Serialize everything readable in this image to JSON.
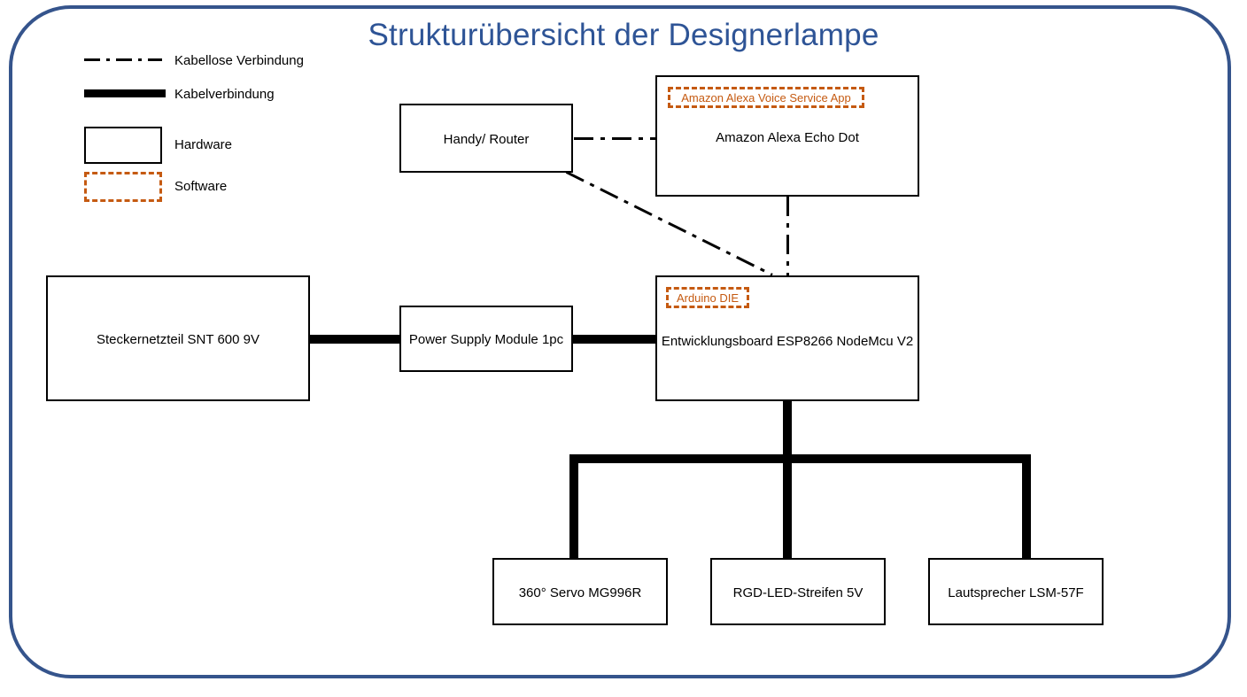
{
  "diagram": {
    "title": "Strukturübersicht der Designerlampe",
    "title_color": "#2e5496",
    "frame_color": "#35548c",
    "software_color": "#c55a11",
    "hardware_color": "#000000"
  },
  "legend": {
    "items": [
      {
        "key": "wireless",
        "label": "Kabellose Verbindung",
        "style": "dash-dot-line"
      },
      {
        "key": "wire",
        "label": "Kabelverbindung",
        "style": "thick-solid-line"
      },
      {
        "key": "hardware",
        "label": "Hardware",
        "style": "solid-black-box"
      },
      {
        "key": "software",
        "label": "Software",
        "style": "dashed-orange-box"
      }
    ]
  },
  "nodes": {
    "handy_router": {
      "label": "Handy/ Router",
      "type": "hardware"
    },
    "echo_dot": {
      "label": "Amazon Alexa Echo Dot",
      "type": "hardware"
    },
    "echo_dot_app": {
      "label": "Amazon Alexa Voice Service App",
      "type": "software"
    },
    "power_supply_unit": {
      "label": "Steckernetzteil SNT 600 9V",
      "type": "hardware"
    },
    "power_module": {
      "label": "Power Supply Module 1pc",
      "type": "hardware"
    },
    "esp_board": {
      "label": "Entwicklungsboard ESP8266 NodeMcu V2",
      "type": "hardware"
    },
    "esp_board_ide": {
      "label": "Arduino DIE",
      "type": "software"
    },
    "servo": {
      "label": "360° Servo MG996R",
      "type": "hardware"
    },
    "led_strip": {
      "label": "RGD-LED-Streifen 5V",
      "type": "hardware"
    },
    "speaker": {
      "label": "Lautsprecher LSM-57F",
      "type": "hardware"
    }
  },
  "connections": [
    {
      "from": "handy_router",
      "to": "echo_dot",
      "type": "wireless"
    },
    {
      "from": "handy_router",
      "to": "esp_board",
      "type": "wireless"
    },
    {
      "from": "echo_dot",
      "to": "esp_board",
      "type": "wireless"
    },
    {
      "from": "power_supply_unit",
      "to": "power_module",
      "type": "wire"
    },
    {
      "from": "power_module",
      "to": "esp_board",
      "type": "wire"
    },
    {
      "from": "esp_board",
      "to": "servo",
      "type": "wire"
    },
    {
      "from": "esp_board",
      "to": "led_strip",
      "type": "wire"
    },
    {
      "from": "esp_board",
      "to": "speaker",
      "type": "wire"
    }
  ]
}
